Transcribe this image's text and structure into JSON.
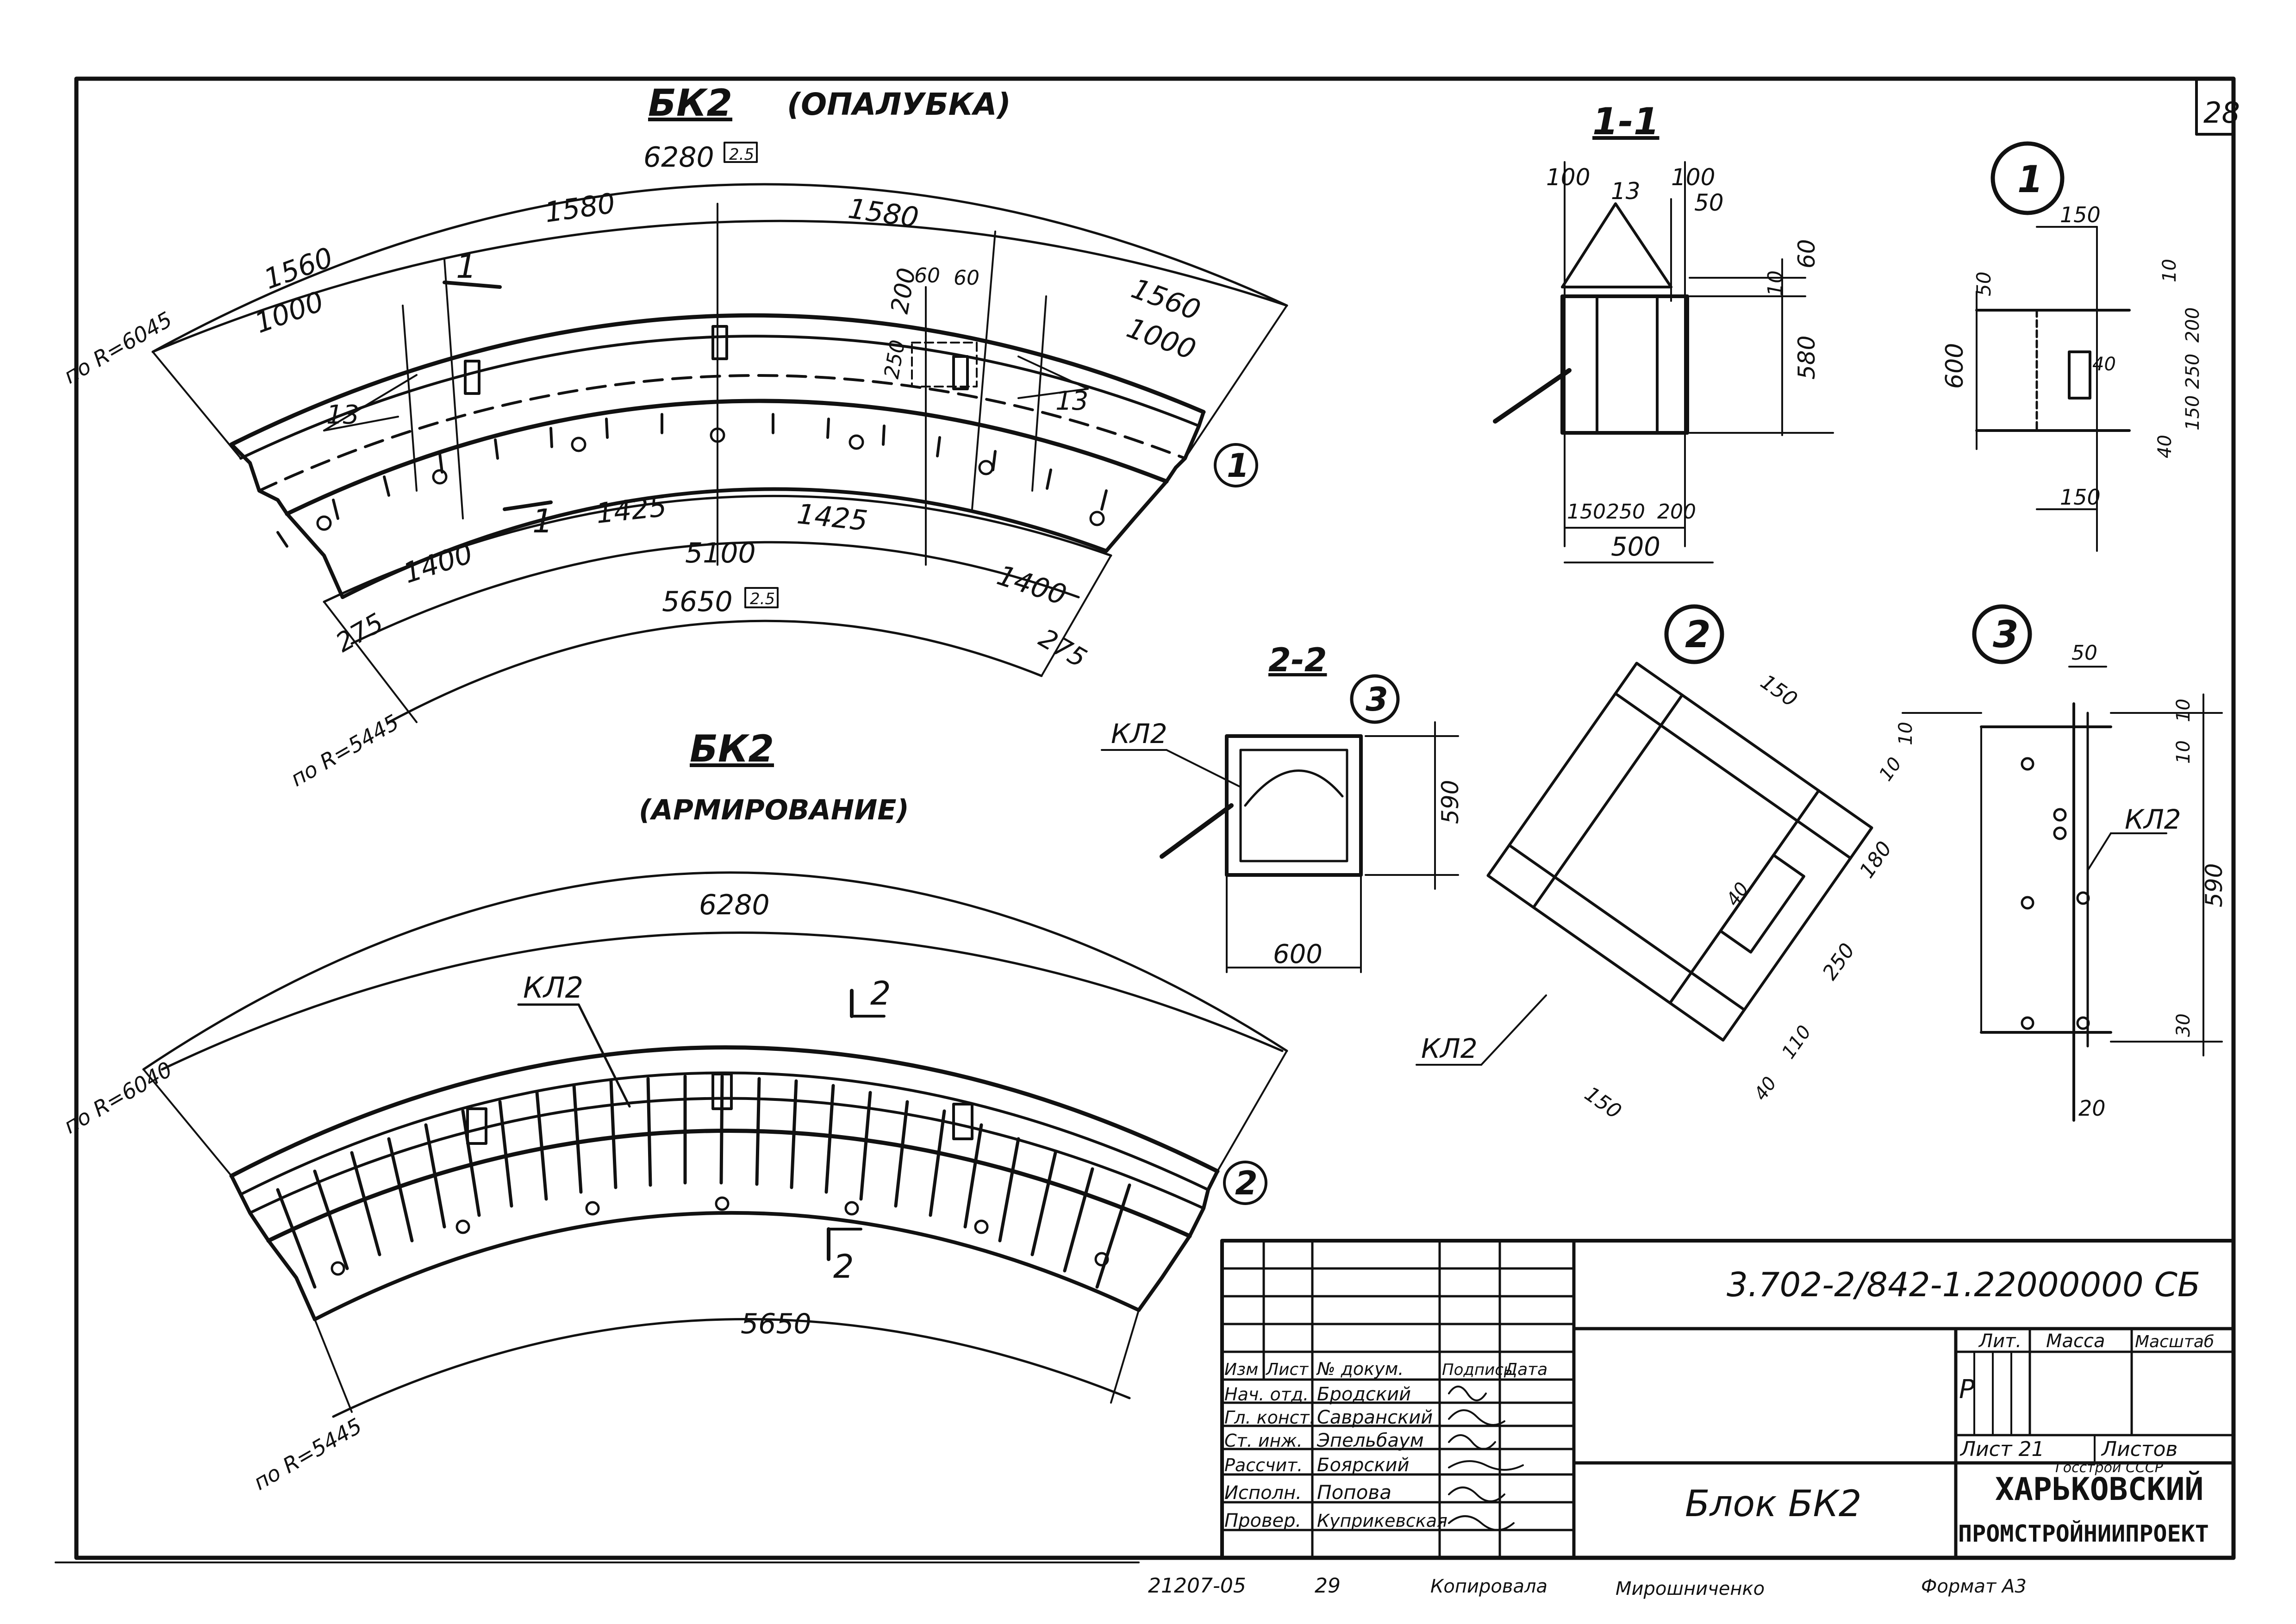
{
  "sheet_number": "28",
  "plan_formwork": {
    "title": "БК2",
    "subtitle": "(ОПАЛУБКА)",
    "dims": [
      "6280",
      "1580",
      "1580",
      "1560",
      "1560",
      "1000",
      "1000",
      "5100",
      "1425",
      "1425",
      "1400",
      "1400",
      "5650",
      "275",
      "275",
      "200",
      "60",
      "60",
      "250",
      "13",
      "13"
    ],
    "scale_mark": "2.5",
    "radius_outer": "по R=6045",
    "radius_inner": "по R=5445",
    "section_mark": "1",
    "callout": "1"
  },
  "plan_reinforcement": {
    "title": "БК2",
    "subtitle": "(АРМИРОВАНИЕ)",
    "dim_top": "6280",
    "dim_bottom": "5650",
    "radius_outer": "по R=6040",
    "radius_inner": "по R=5445",
    "frame_label": "КЛ2",
    "section_mark": "2",
    "callout": "2"
  },
  "section_1_1": {
    "title": "1-1",
    "dims": [
      "100",
      "13",
      "100",
      "50",
      "60",
      "10",
      "580",
      "150",
      "250",
      "200",
      "500"
    ]
  },
  "section_2_2": {
    "title": "2-2",
    "callout": "3",
    "frame_label": "КЛ2",
    "dims": [
      "590",
      "600"
    ]
  },
  "node_1": {
    "callout": "1",
    "dims": [
      "150",
      "50",
      "10",
      "600",
      "40",
      "200",
      "250",
      "150",
      "40",
      "150"
    ]
  },
  "node_2": {
    "callout": "2",
    "frame_label": "КЛ2",
    "dims": [
      "150",
      "10",
      "180",
      "40",
      "250",
      "110",
      "40",
      "150"
    ]
  },
  "node_3": {
    "callout": "3",
    "frame_label": "КЛ2",
    "dims": [
      "50",
      "10",
      "10",
      "10",
      "590",
      "30",
      "20"
    ]
  },
  "title_block": {
    "doc_code": "3.702-2/842-1.22000000 СБ",
    "headers": [
      "Изм",
      "Лист",
      "№ докум.",
      "Подпись",
      "Дата"
    ],
    "roles": [
      "Нач. отд.",
      "Гл. конст.",
      "Ст. инж.",
      "Рассчит.",
      "Исполн.",
      "Провер."
    ],
    "names": [
      "Бродский",
      "Савранский",
      "Эпельбаум",
      "Боярский",
      "Попова",
      "Куприкевская"
    ],
    "drawing_name": "Блок БК2",
    "lit_label": "Лит.",
    "mass_label": "Масса",
    "scale_label": "Масштаб",
    "lit_value": "Р",
    "sheet_label": "Лист 21",
    "sheets_label": "Листов",
    "org_line1": "Госстрой СССР",
    "org_line2": "ХАРЬКОВСКИЙ",
    "org_line3": "ПРОМСТРОЙНИИПРОЕКТ"
  },
  "footer": {
    "order_no": "21207-05",
    "page": "29",
    "copied_label": "Копировала",
    "copier": "Мирошниченко",
    "format": "Формат А3"
  }
}
